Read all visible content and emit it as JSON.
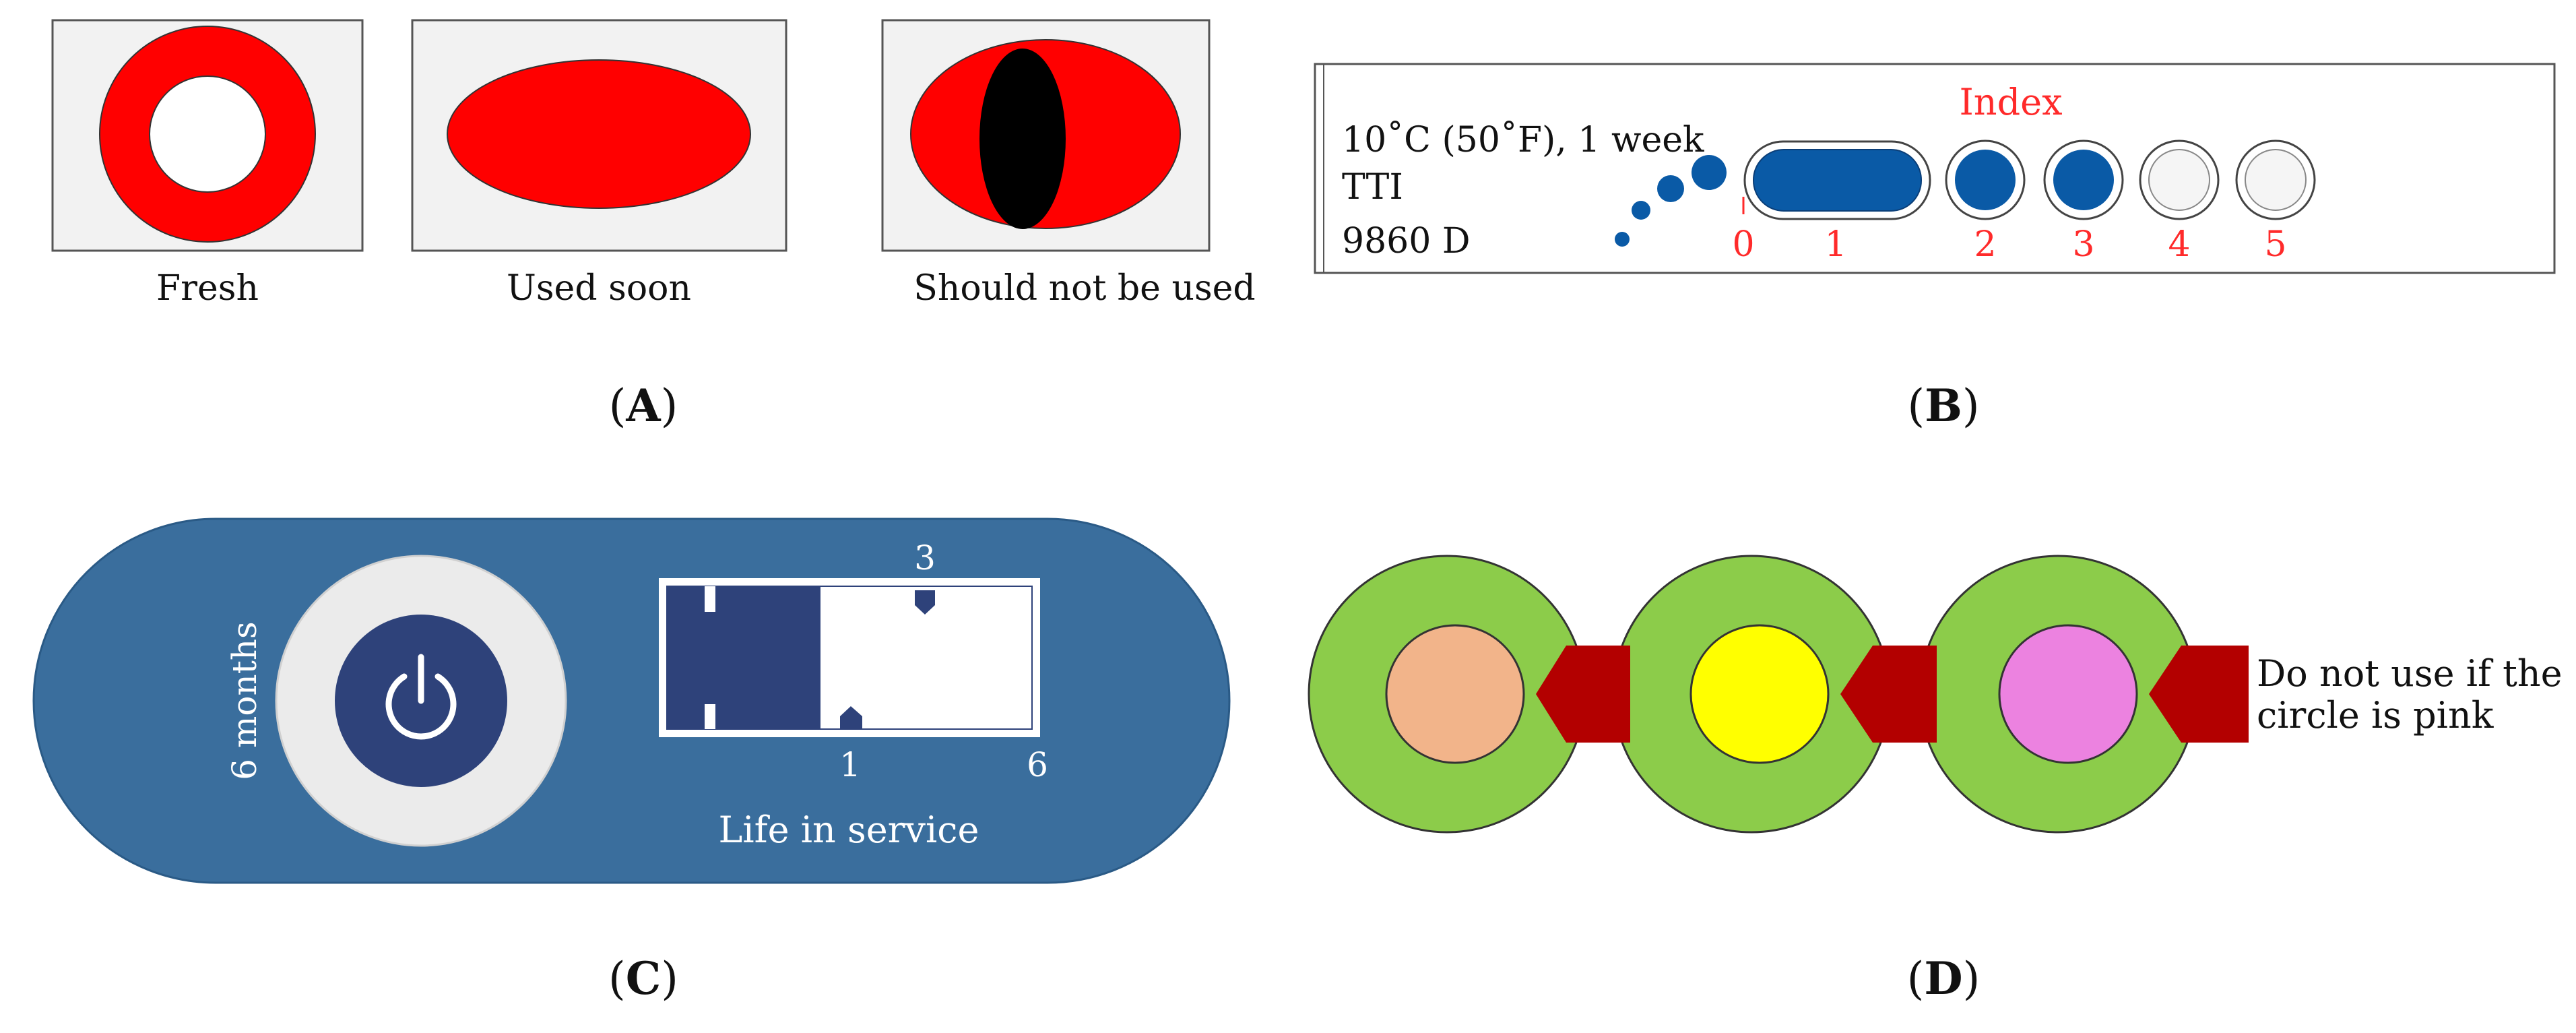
{
  "panel_a": {
    "tag": "A",
    "captions": {
      "fresh": "Fresh",
      "used_soon": "Used soon",
      "not_used": "Should not be used"
    }
  },
  "panel_b": {
    "lines": [
      "10˚C (50˚F), 1 week",
      "TTI",
      "9860 D"
    ],
    "index_label": "Index",
    "ticks": [
      "0",
      "1",
      "2",
      "3",
      "4",
      "5"
    ],
    "tag": "B"
  },
  "panel_c": {
    "months": "6 months",
    "tick_top": "3",
    "tick_1": "1",
    "tick_6": "6",
    "caption": "Life in service",
    "tag": "C"
  },
  "panel_d": {
    "note_line1": "Do not use if the",
    "note_line2": "circle is pink",
    "tag": "D"
  },
  "colors": {
    "red": "#ff0000",
    "blue": "#0a5aa6",
    "navy": "#2e427a",
    "steel_blue": "#3a6e9d",
    "green": "#8ccc4a",
    "dark_red": "#b30000",
    "index_red": "#ff2a2a"
  }
}
